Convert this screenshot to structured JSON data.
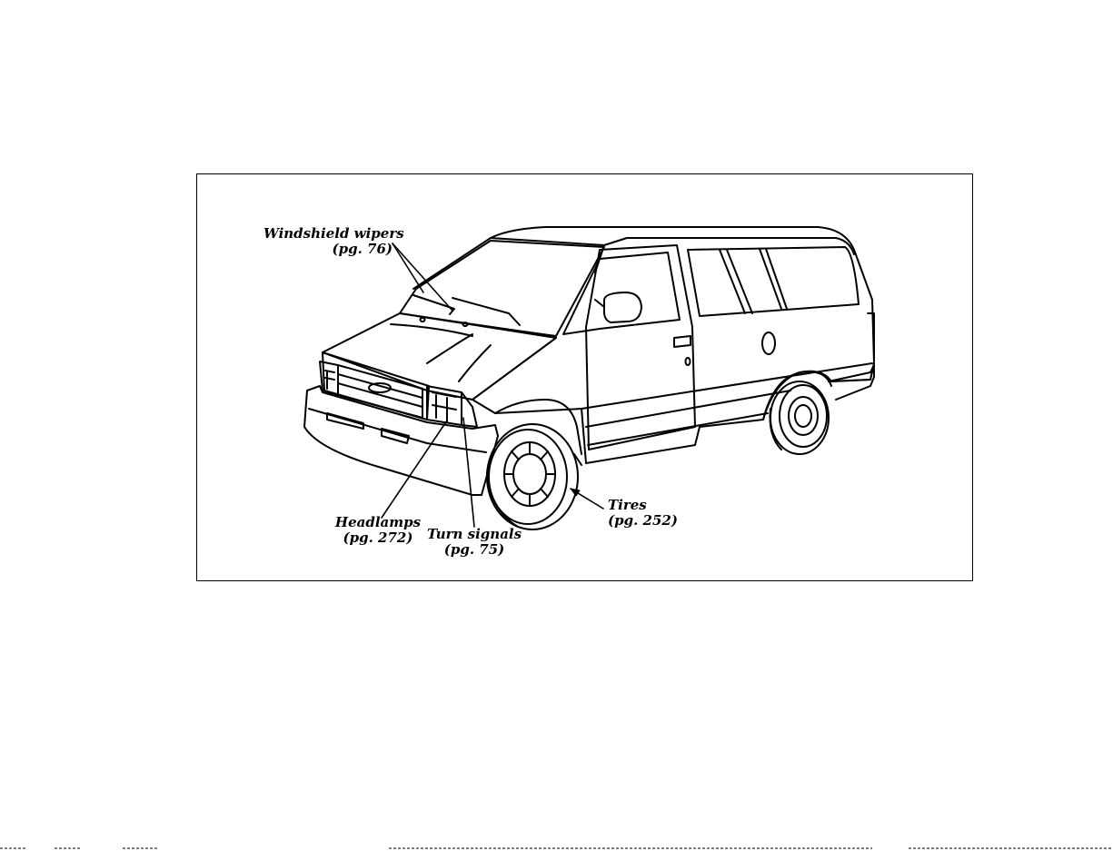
{
  "labels": {
    "windshield_wipers": {
      "name": "Windshield wipers",
      "page": "(pg. 76)"
    },
    "headlamps": {
      "name": "Headlamps",
      "page": "(pg. 272)"
    },
    "turn_signals": {
      "name": "Turn signals",
      "page": "(pg. 75)"
    },
    "tires": {
      "name": "Tires",
      "page": "(pg. 252)"
    }
  }
}
